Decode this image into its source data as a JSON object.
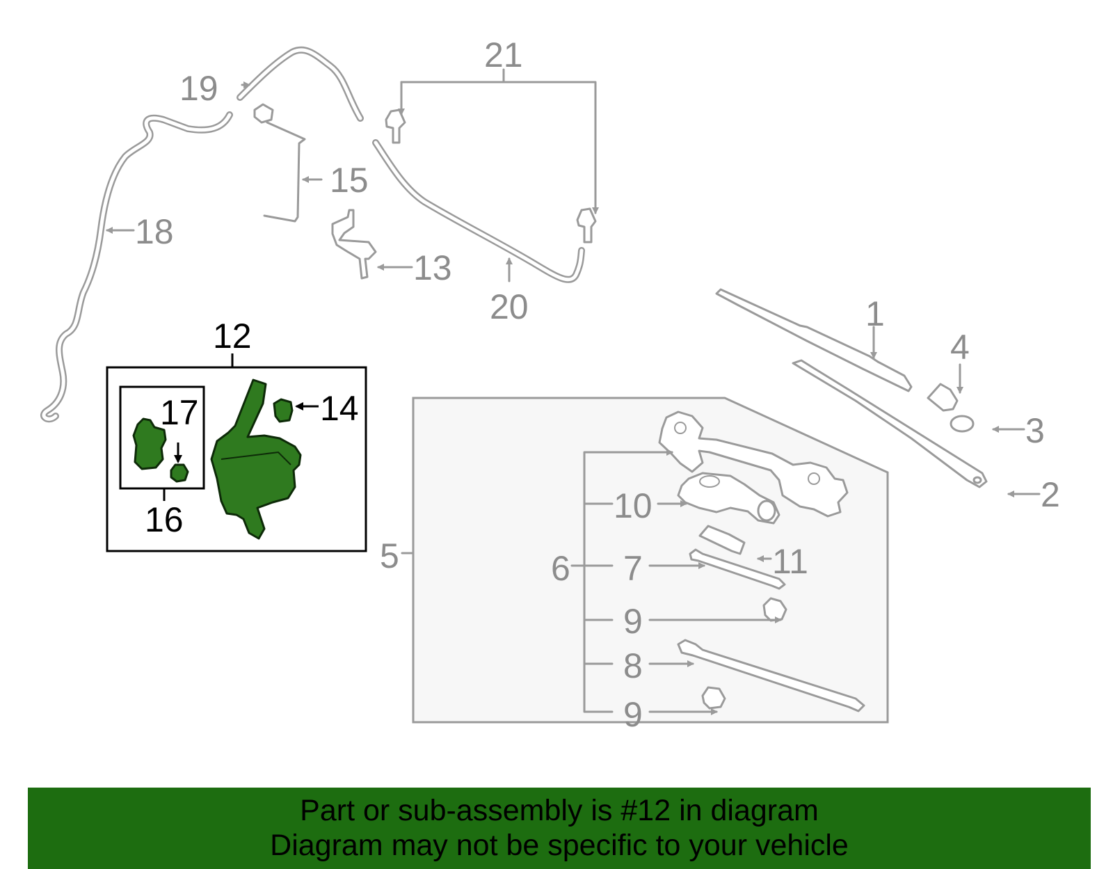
{
  "callouts": {
    "c1": "1",
    "c2": "2",
    "c3": "3",
    "c4": "4",
    "c5": "5",
    "c6": "6",
    "c7": "7",
    "c8": "8",
    "c9a": "9",
    "c9b": "9",
    "c10": "10",
    "c11": "11",
    "c12": "12",
    "c13": "13",
    "c14": "14",
    "c15": "15",
    "c16": "16",
    "c17": "17",
    "c18": "18",
    "c19": "19",
    "c20": "20",
    "c21": "21"
  },
  "highlight": {
    "part_number": "12",
    "color": "#2f7a1f"
  },
  "banner": {
    "line1": "Part or sub-assembly is #12 in diagram",
    "line2": "Diagram may not be specific to your vehicle",
    "color": "#1d6d10"
  }
}
